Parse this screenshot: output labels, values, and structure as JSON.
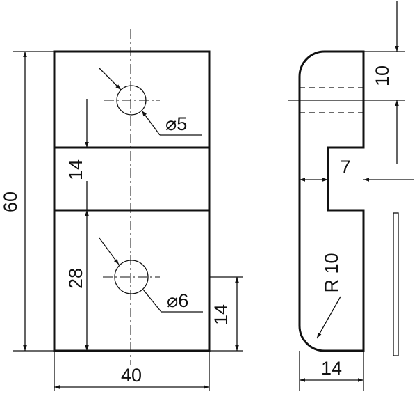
{
  "dims": {
    "height_overall": "60",
    "width_overall": "40",
    "slot_height": "14",
    "lower_offset": "28",
    "hole_small": "⌀5",
    "hole_large": "⌀6",
    "right_offset": "14",
    "side_top": "10",
    "side_notch": "7",
    "radius": "R 10",
    "side_width": "14"
  }
}
